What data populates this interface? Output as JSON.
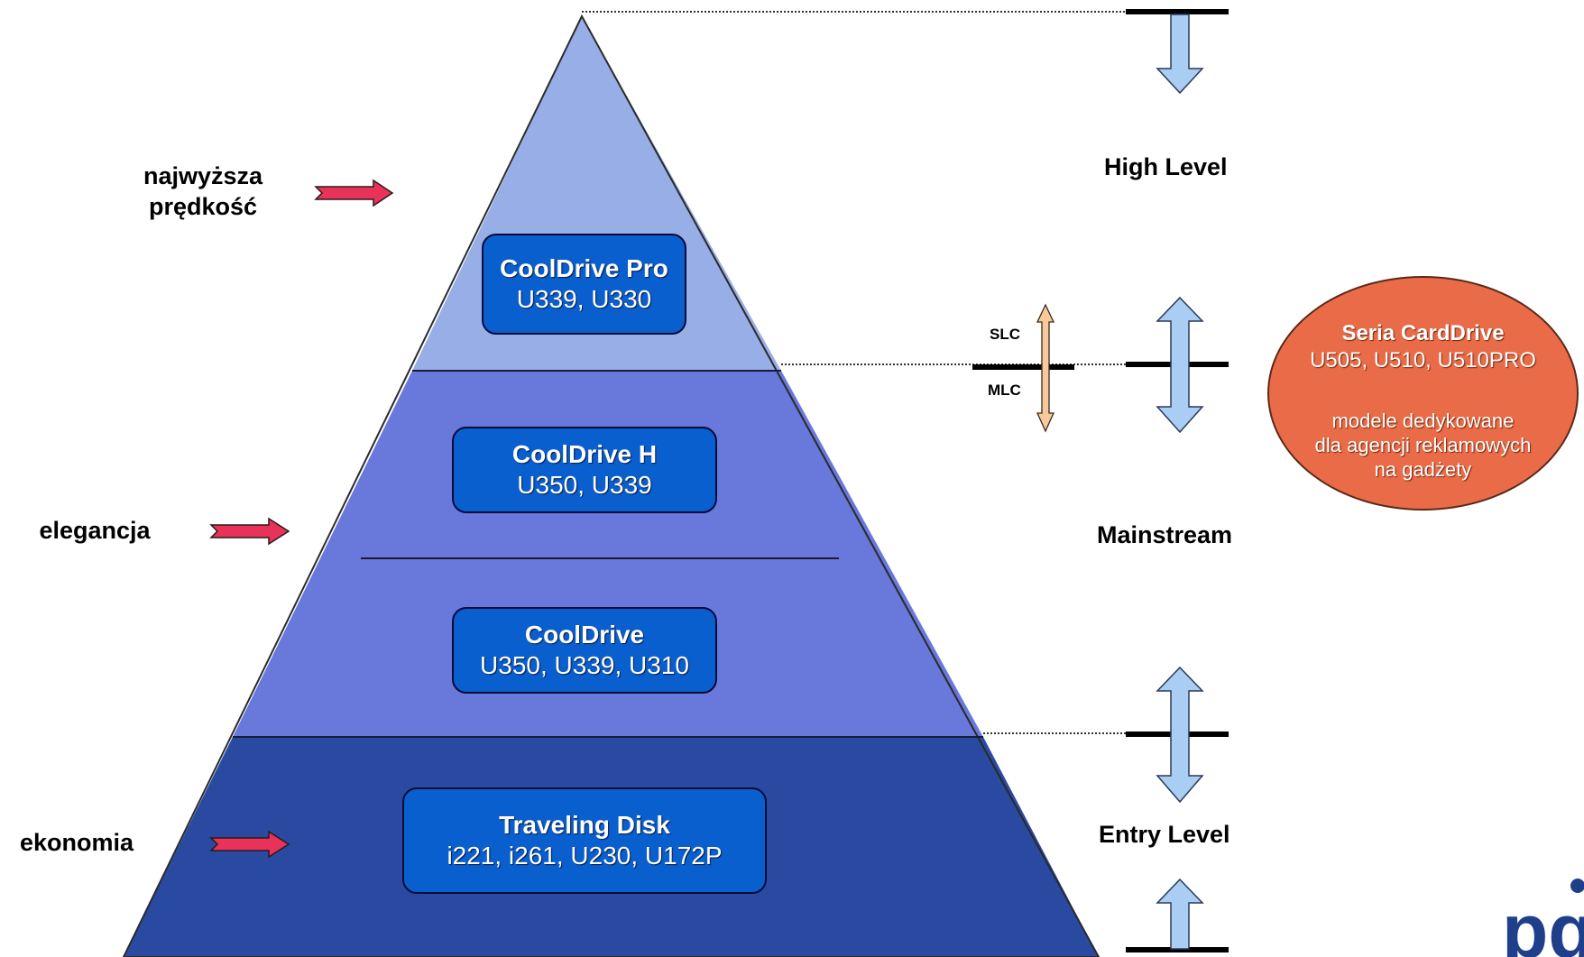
{
  "left_labels": [
    {
      "text": "najwyższa\nprędkość"
    },
    {
      "text": "elegancja"
    },
    {
      "text": "ekonomia"
    }
  ],
  "boxes": [
    {
      "name": "CoolDrive Pro",
      "models": "U339, U330"
    },
    {
      "name": "CoolDrive H",
      "models": "U350, U339"
    },
    {
      "name": "CoolDrive",
      "models": "U350, U339, U310"
    },
    {
      "name": "Traveling Disk",
      "models": "i221, i261, U230, U172P"
    }
  ],
  "levels": {
    "high": "High Level",
    "mainstream": "Mainstream",
    "entry": "Entry Level"
  },
  "memory": {
    "slc": "SLC",
    "mlc": "MLC"
  },
  "seria": {
    "title": "Seria CardDrive",
    "models": "U505, U510, U510PRO",
    "description": "modele dedykowane\ndla agencji reklamowych\nna gadżety"
  },
  "logo_fragment": "pq",
  "colors": {
    "tier_top": "#98aee6",
    "tier_mid": "#6878db",
    "tier_bottom": "#2a4aa2",
    "box_fill": "#0a5fce",
    "arrow_blue": "#a9cdf3",
    "arrow_tan": "#f7c99b",
    "arrow_red": "#e9325a",
    "seria_fill": "#ea6b47"
  }
}
